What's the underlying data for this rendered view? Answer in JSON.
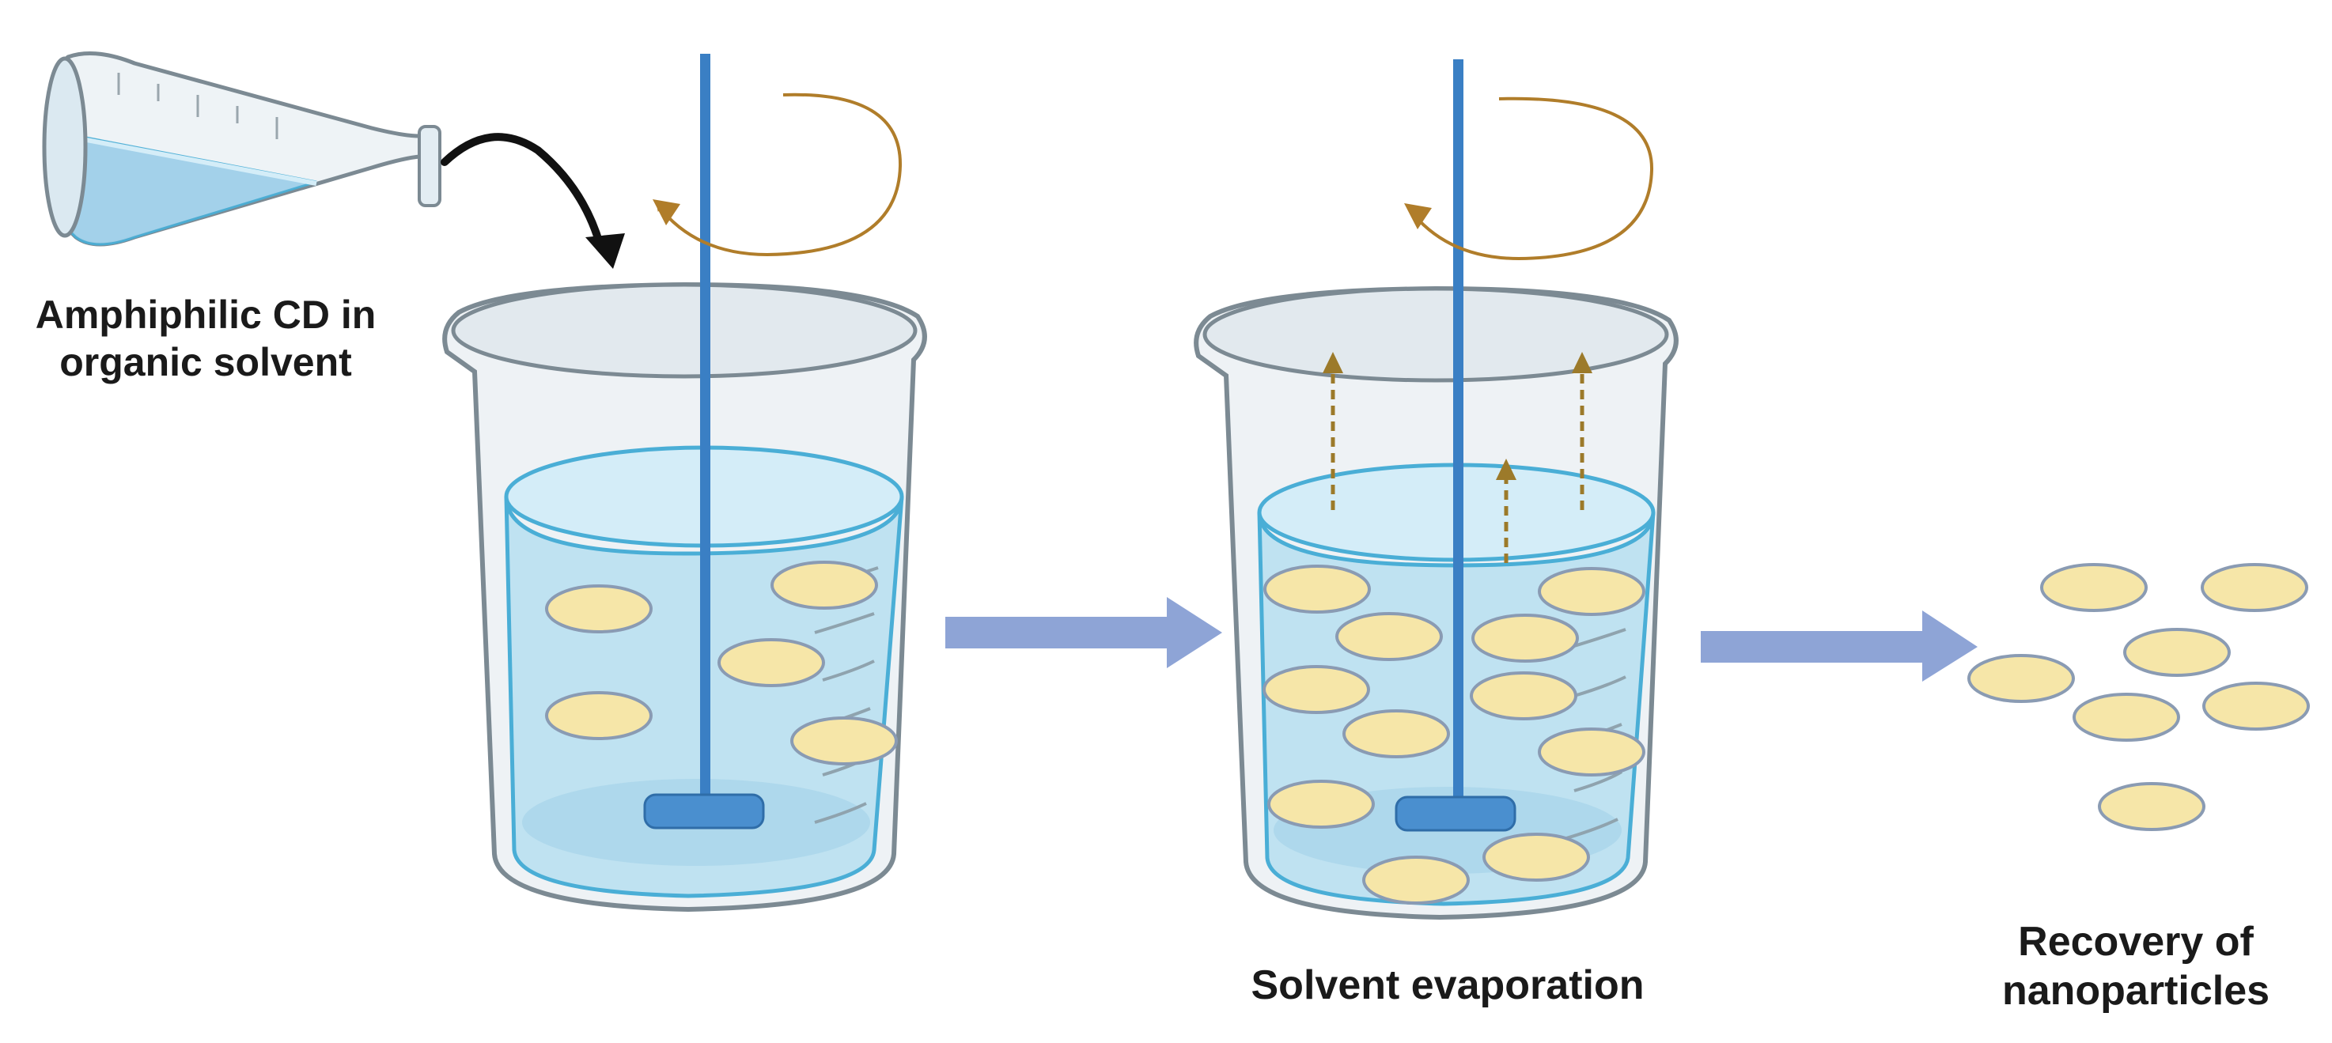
{
  "labels": {
    "step1": [
      "Amphiphilic CD in",
      "organic solvent"
    ],
    "step2": [
      "Solvent evaporation"
    ],
    "step3": [
      "Recovery of",
      "nanoparticles"
    ]
  },
  "colors": {
    "background": "#ffffff",
    "liquid": "#bfe2f1",
    "liquid_surface": "#d4edf8",
    "liquid_edge": "#4aaed6",
    "glass_outline": "#7c8a93",
    "stirrer": "#3a7fc4",
    "nanoparticle_fill": "#f6e6a8",
    "nanoparticle_stroke": "#8a9bb3",
    "process_arrow": "#8ea4d6",
    "rotation_arrow": "#b07d2a",
    "vapor_arrow": "#9c7a2a",
    "pour_arrow": "#111111"
  },
  "icons": [
    "erlenmeyer-flask-icon",
    "beaker-icon",
    "magnetic-stirrer-icon",
    "rotation-arrow-icon",
    "process-arrow-icon",
    "vapor-arrow-icon",
    "nanoparticle-icon"
  ]
}
